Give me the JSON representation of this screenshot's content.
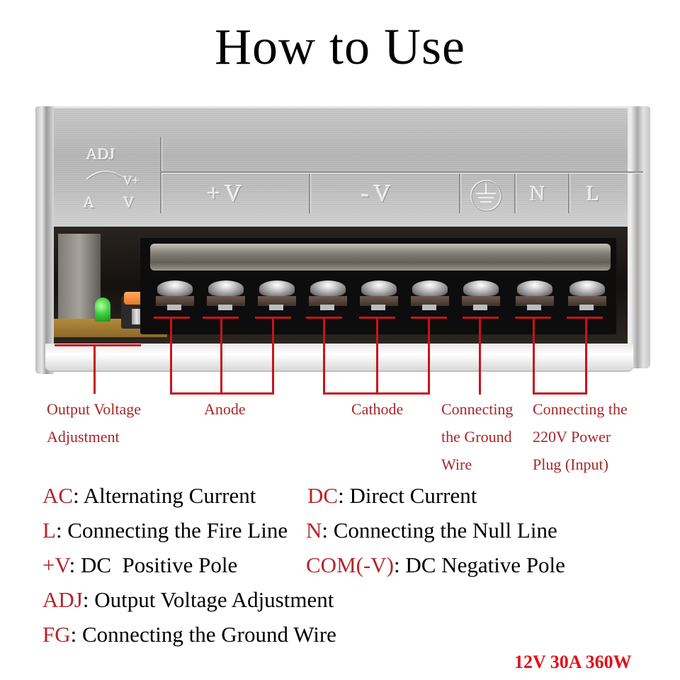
{
  "title": "How to Use",
  "panel_engravings": {
    "adj": "ADJ",
    "adj_a": "A",
    "adj_v": "V",
    "adj_vplus": "V+",
    "plus_v": "+V",
    "minus_v": "-V",
    "ground_symbol": "ground-icon",
    "n": "N",
    "l": "L"
  },
  "terminal_count": 9,
  "callouts": {
    "adj": [
      "Output Voltage",
      "Adjustment"
    ],
    "anode": [
      "Anode"
    ],
    "cathode": [
      "Cathode"
    ],
    "ground": [
      "Connecting",
      "the Ground",
      "Wire"
    ],
    "input": [
      "Connecting the",
      "220V Power",
      "Plug (Input)"
    ]
  },
  "legend": [
    {
      "key": "AC",
      "text": ": Alternating Current"
    },
    {
      "key": "DC",
      "text": ": Direct Current"
    },
    {
      "key": "L",
      "text": ": Connecting the Fire Line"
    },
    {
      "key": "N",
      "text": ": Connecting the Null Line"
    },
    {
      "key": "+V",
      "text": ": DC  Positive Pole"
    },
    {
      "key": "COM(-V)",
      "text": ": DC Negative Pole"
    },
    {
      "key": "ADJ",
      "text": ": Output Voltage Adjustment"
    },
    {
      "key": "FG",
      "text": ": Connecting the Ground Wire"
    }
  ],
  "spec": "12V 30A 360W",
  "colors": {
    "annotation_red": "#c8141c",
    "callout_text": "#a8262a",
    "legend_key": "#b3262a",
    "spec_red": "#e3121a"
  }
}
